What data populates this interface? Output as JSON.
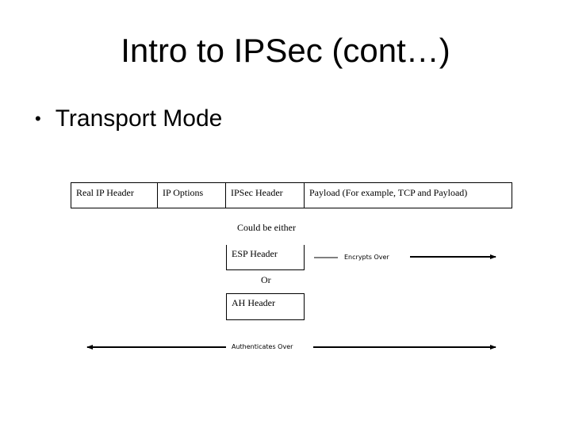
{
  "slide": {
    "title": "Intro to IPSec (cont…)",
    "bullet": "Transport Mode"
  },
  "packet": {
    "segments": [
      "Real IP Header",
      "IP Options",
      "IPSec Header",
      "Payload (For example, TCP and Payload)"
    ]
  },
  "labels": {
    "could_be_either": "Could be either",
    "esp_header": "ESP Header",
    "or": "Or",
    "ah_header": "AH Header",
    "encrypts_over": "Encrypts Over",
    "authenticates_over": "Authenticates Over"
  }
}
